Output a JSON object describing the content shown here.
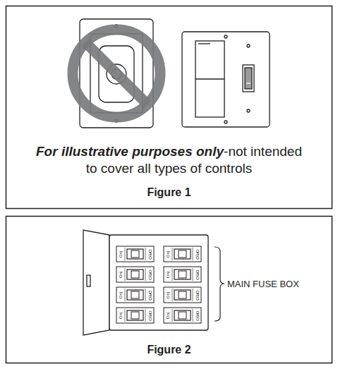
{
  "diagram": {
    "labels": [
      "For illustrative purposes only",
      "-not intended to cover all types of controls",
      "Figure 1",
      "On|",
      "Off|O",
      "On|",
      "Off|O",
      "On|",
      "Off|O",
      "On|",
      "Off|O",
      "On|",
      "Off|O",
      "On|",
      "Off|O",
      "On|",
      "Off|O",
      "On|",
      "Off|O",
      "MAIN FUSE BOX",
      "Figure 2"
    ]
  }
}
